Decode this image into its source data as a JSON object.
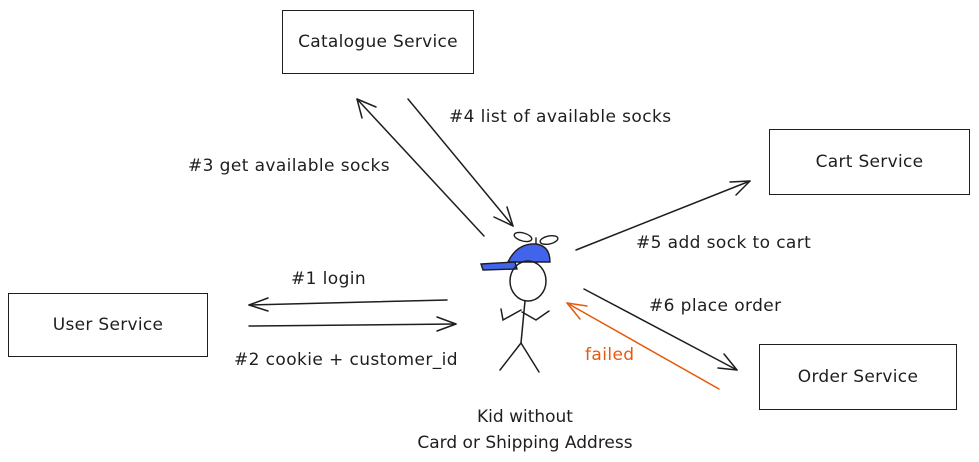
{
  "services": {
    "catalogue": "Catalogue Service",
    "cart": "Cart Service",
    "user": "User Service",
    "order": "Order Service"
  },
  "steps": {
    "login": "#1 login",
    "cookie": "#2 cookie + customer_id",
    "get_socks": "#3 get available socks",
    "list_socks": "#4 list of available socks",
    "add_cart": "#5 add sock to cart",
    "place_order": "#6 place order",
    "failed": "failed"
  },
  "actor": {
    "caption_line1": "Kid without",
    "caption_line2": "Card or Shipping Address"
  },
  "colors": {
    "stroke": "#1e1e1e",
    "cap": "#4263eb",
    "failed": "#e8590c"
  }
}
